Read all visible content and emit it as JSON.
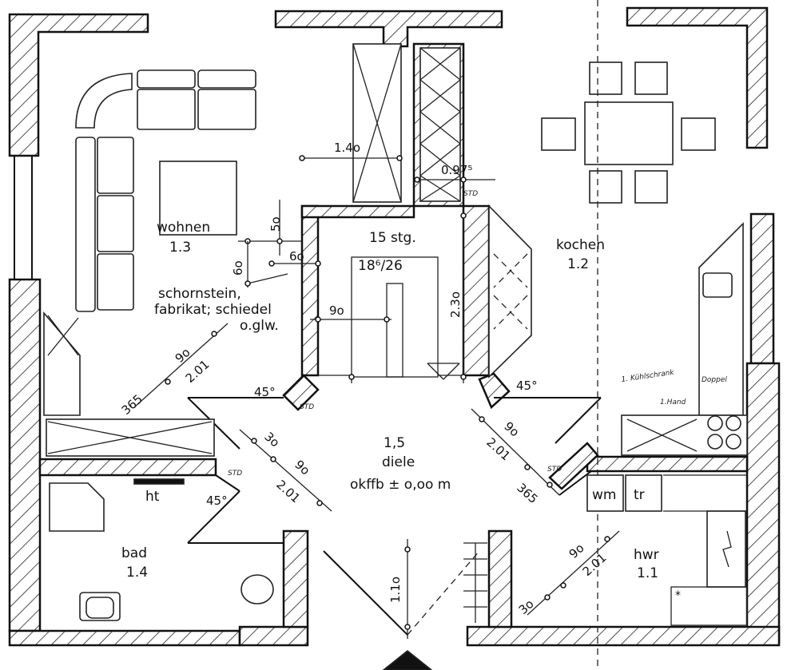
{
  "rooms": {
    "wohnen": {
      "name": "wohnen",
      "number": "1.3"
    },
    "kochen": {
      "name": "kochen",
      "number": "1.2"
    },
    "diele": {
      "number": "1,5",
      "name": "diele",
      "level": "okffb ± o,oo m"
    },
    "bad": {
      "name": "bad",
      "number": "1.4"
    },
    "hwr": {
      "name": "hwr",
      "number": "1.1"
    }
  },
  "labels": {
    "stair_steps": "15 stg.",
    "stair_ratio": "18⁶/26",
    "chimney_line1": "schornstein,",
    "chimney_line2": "fabrikat; schiedel",
    "chimney_line3": "o.glw.",
    "ht": "ht",
    "wm": "wm",
    "tr": "tr",
    "std1": "STD",
    "std2": "STD",
    "std3": "STD",
    "std4": "STD",
    "hand1": "1. Kühlschrank",
    "hand2": "1.Hand",
    "hand3": "Doppel"
  },
  "dimensions": {
    "d140": "1.4o",
    "d0975": "0.97⁵",
    "d50": "5o",
    "d60a": "6o",
    "d60b": "6o",
    "d90_chim": "9o",
    "d230": "2.3o",
    "d45_left": "45°",
    "d45_right": "45°",
    "d45_bad": "45°",
    "d90_l": "9o",
    "d201_l": "2.01",
    "d365_l": "365",
    "d30_c": "3o",
    "d90_c": "9o",
    "d201_c": "2.01",
    "d90_r": "9o",
    "d201_r": "2.01",
    "d365_r": "365",
    "d110": "1.1o",
    "d90_hwr": "9o",
    "d201_hwr": "2.01",
    "d30_hwr": "3o"
  },
  "colors": {
    "ink": "#111111",
    "paper": "#ffffff"
  }
}
